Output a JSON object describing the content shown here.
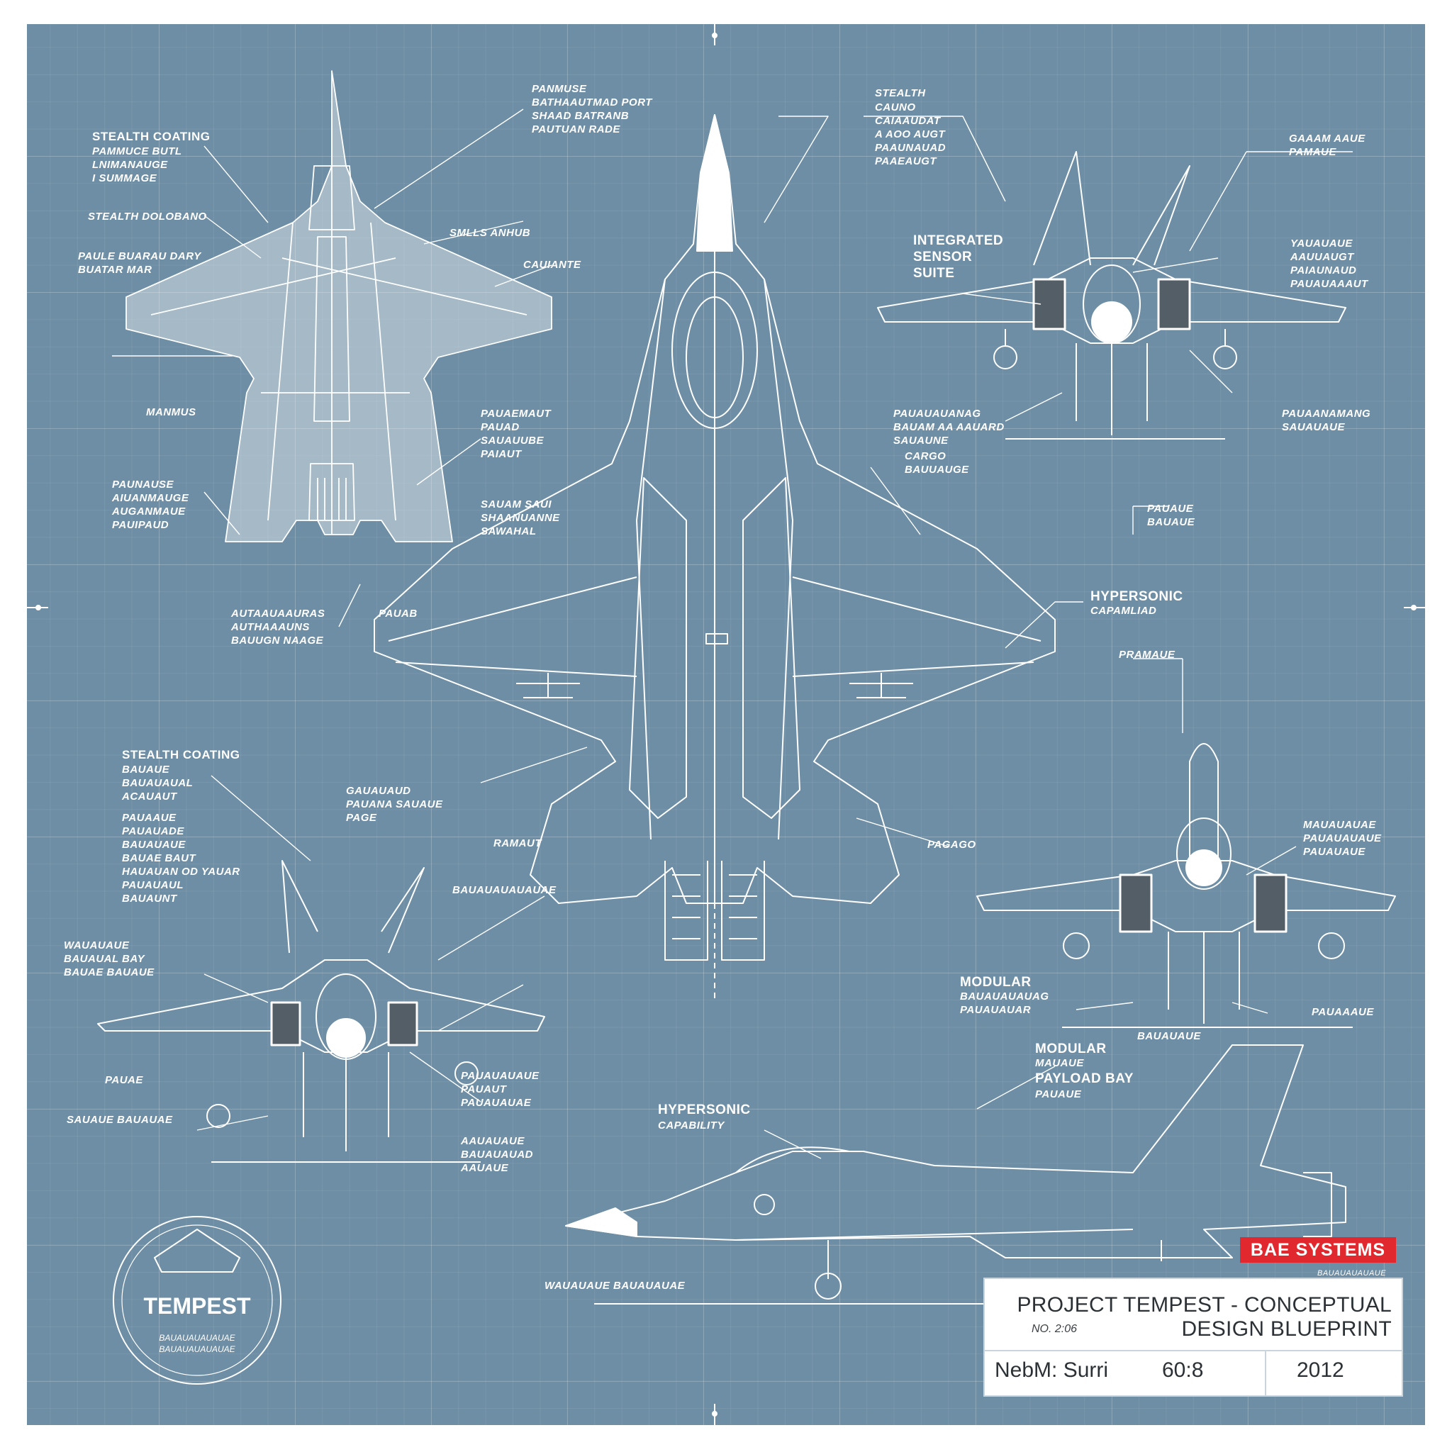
{
  "colors": {
    "paper": "#6e8ea5",
    "ink": "#ffffff",
    "brand_red": "#e0282e"
  },
  "labels": {
    "top_left_view": {
      "stealth_coating": "STEALTH COATING",
      "stealth_coating_sub": "PAMMUCE BUTL\nLNIMANAUGE\nI SUMMAGE",
      "stealth_radar": "STEALTH DOLOBANO",
      "panel_left": "PAULE BUARAU DARY\nBUATAR MAR",
      "panel_top": "PANMUSE\nBATHAAUTMAD PORT\nSHAAD BATRANB\nPAUTUAN RADE",
      "spine": "SMLLS ANHUB",
      "wing_right": "CAUIANTE",
      "aft_small": "MANMUS",
      "left_mid": "PAUNAUSE\nAIUANMAUGE\nAUGANMAUE\nPAUIPAUD",
      "right_mid": "PAUAEMAUT\nPAUAD\nSAUAUUBE\nPAIAUT",
      "right_mid2": "SAUAM SAUI\nSHAANUANNE\nSAWAHAL",
      "lower": "AUTAAUAAURAS\nAUTHAAAUNS\nBAUUGN NAAGE",
      "lower_tag": "PAUAB"
    },
    "center_view": {
      "stealth": "STEALTH",
      "stealth_sub": "CAUNO\nCAIAAUDAT\nA AOO AUGT\nPAAUNAUAD\nPAAEAUGT",
      "sensor": "INTEGRATED\nSENSOR\nSUITE",
      "hypersonic": "HYPERSONIC",
      "hypersonic_sub": "CAPAMLIAD",
      "pramane": "PRAMAUE",
      "center_left": "GAUAUAUD\nPAUANA SAUAUE\nPAGE",
      "center_left2": "RAMAUT",
      "center_right": "PAGAGO"
    },
    "top_right_view": {
      "top_tag": "GAAAM AAUE\nPAMAUE",
      "right_tag": "YAUAUAUE\nAAUUAUGT\nPAIAUNAUD\nPAUAUAAAUT",
      "bottom_left": "PAUAUAUANAG\nBAUAM AA AAUARD\nSAUAUNE",
      "bottom_right": "PAUAANAMANG\nSAUAUAUE",
      "cargo": "CARGO\nBAUUAUGE",
      "under": "PAUAUE\nBAUAUE"
    },
    "bottom_left_view": {
      "stealth_coating": "STEALTH COATING",
      "stealth_coating_sub": "BAUAUE\nBAUAUAUAL\nACAUAUT",
      "block": "PAUAAUE\nPAUAUADE\nBAUAUAUE\nBAUAE BAUT\nHAUAUAN OD YAUAR\nPAUAUAUL\nBAUAUNT",
      "left_tag": "WAUAUAUE\nBAUAUAL BAY\nBAUAE BAUAUE",
      "right_top": "BAUAUAUAUAUAE",
      "bottom_tag": "PAUAE",
      "bottom_tag2": "SAUAUE BAUAUAE",
      "right_low": "PAUAUAUAUE\nPAUAUT\nPAUAUAUAE",
      "right_low2": "AAUAUAUE\nBAUAUAUAD\nAAUAUE"
    },
    "mid_right_view": {
      "right_tag": "MAUAUAUAE\nPAUAUAUAUE\nPAUAUAUE",
      "modular": "MODULAR",
      "modular_sub": "BAUAUAUAUAG\nPAUAUAUAR",
      "right_bottom": "PAUAAAUE",
      "bay": "BAUAUAUE"
    },
    "side_view": {
      "hypersonic": "HYPERSONIC",
      "hypersonic_sub": "CAPABILITY",
      "modular": "MODULAR",
      "modular_sub": "PAYLOAD BAY",
      "modular_extra": "MAUAUE",
      "modular_extra2": "PAUAUE",
      "bottom_tag": "WAUAUAUE BAUAUAUAE"
    }
  },
  "emblem": {
    "name": "TEMPEST",
    "sub": "BAUAUAUAUAUAE\nBAUAUAUAUAUAE"
  },
  "brand": {
    "name": "BAE SYSTEMS",
    "sub": "BAUAUAUAUAUE"
  },
  "title_block": {
    "title_line1": "PROJECT TEMPEST - CONCEPTUAL",
    "title_line2": "DESIGN BLUEPRINT",
    "ref": "NO. 2:06",
    "name": "NebM: Surri",
    "scale": "60:8",
    "year": "2012"
  }
}
